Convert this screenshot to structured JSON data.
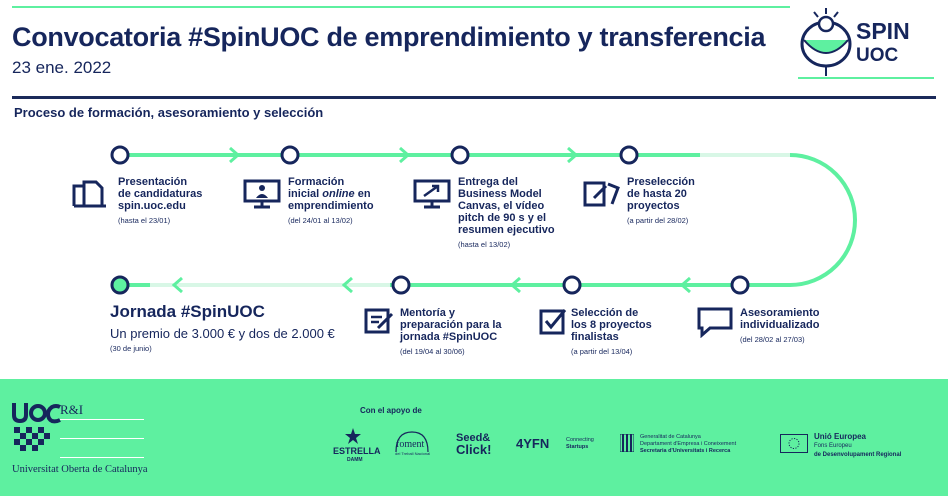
{
  "header": {
    "title": "Convocatoria #SpinUOC de emprendimiento y transferencia",
    "date": "23 ene. 2022",
    "logo_line1": "SPIN",
    "logo_line2": "UOC"
  },
  "section_title": "Proceso de formación, asesoramiento y selección",
  "steps": [
    {
      "line1": "Presentación",
      "line2": "de candidaturas",
      "line3": "spin.uoc.edu",
      "date": "(hasta el 23/01)",
      "icon": "documents-icon"
    },
    {
      "line1": "Formación",
      "line2a": "inicial ",
      "line2b": "online",
      "line2c": " en",
      "line3": "emprendimiento",
      "date": "(del 24/01 al 13/02)",
      "icon": "monitor-person-icon"
    },
    {
      "line1": "Entrega del",
      "line2": "Business Model",
      "line3": "Canvas, el vídeo",
      "line4": "pitch de 90 s y el",
      "line5": "resumen ejecutivo",
      "date": "(hasta el 13/02)",
      "icon": "monitor-upload-icon"
    },
    {
      "line1": "Preselección",
      "line2": "de hasta 20",
      "line3": "proyectos",
      "date": "(a partir del 28/02)",
      "icon": "files-select-icon"
    },
    {
      "line1": "Asesoramiento",
      "line2": "individualizado",
      "date": "(del 28/02 al 27/03)",
      "icon": "chat-bubble-icon"
    },
    {
      "line1": "Selección de",
      "line2": "los 8 proyectos",
      "line3": "finalistas",
      "date": "(a partir del 13/04)",
      "icon": "checkbox-icon"
    },
    {
      "line1": "Mentoría y",
      "line2": "preparación para la",
      "line3": "jornada #SpinUOC",
      "date": "(del 19/04 al 30/06)",
      "icon": "checklist-icon"
    }
  ],
  "final": {
    "title": "Jornada #SpinUOC",
    "prize": "Un premio de 3.000 € y dos de 2.000 €",
    "date": "(30 de junio)"
  },
  "footer": {
    "uoc_logo": "UOC",
    "ri": "R&I",
    "university": "Universitat Oberta de Catalunya",
    "support_label": "Con el apoyo de",
    "sponsors": {
      "estrella": "ESTRELLA",
      "estrella_sub": "DAMM",
      "foment": "foment",
      "foment_sub": "del Treball Nacional",
      "seedclick_1": "Seed&",
      "seedclick_2": "Click!",
      "yfn": "4YFN",
      "yfn_sub1": "Connecting",
      "yfn_sub2": "Startups",
      "gencat_1": "Generalitat de Catalunya",
      "gencat_2": "Departament d'Empresa i Coneixement",
      "gencat_3": "Secretaria d'Universitats i Recerca",
      "eu_1": "Unió Europea",
      "eu_2": "Fons Europeu",
      "eu_3": "de Desenvolupament Regional"
    }
  },
  "colors": {
    "navy": "#16265c",
    "green": "#5ef0a0",
    "light_green": "#d8f7e6"
  }
}
